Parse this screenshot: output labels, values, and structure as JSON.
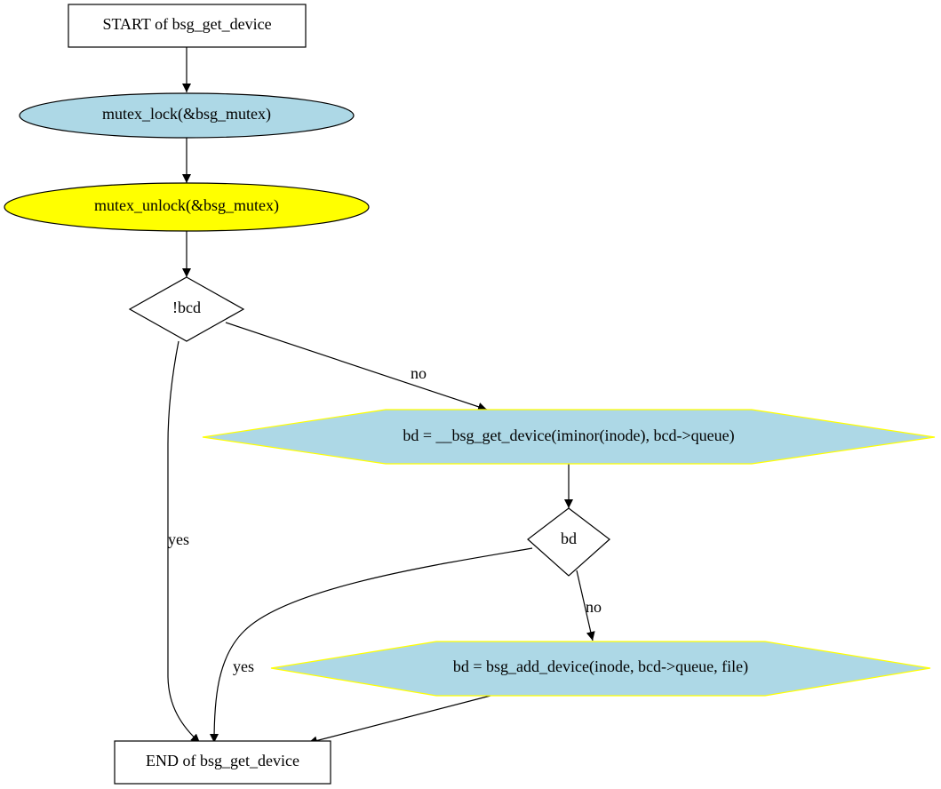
{
  "nodes": {
    "start": "START of bsg_get_device",
    "lock": "mutex_lock(&bsg_mutex)",
    "unlock": "mutex_unlock(&bsg_mutex)",
    "cond_bcd": "!bcd",
    "get_device": "bd = __bsg_get_device(iminor(inode), bcd->queue)",
    "cond_bd": "bd",
    "add_device": "bd = bsg_add_device(inode, bcd->queue, file)",
    "end": "END of bsg_get_device"
  },
  "edges": {
    "bcd_yes": "yes",
    "bcd_no": "no",
    "bd_yes": "yes",
    "bd_no": "no"
  },
  "colors": {
    "ellipse_blue": "#add8e6",
    "ellipse_yellow": "#ffff00",
    "hexagon_fill": "#add8e6",
    "hexagon_stroke": "#ffff00",
    "stroke": "#000000"
  }
}
